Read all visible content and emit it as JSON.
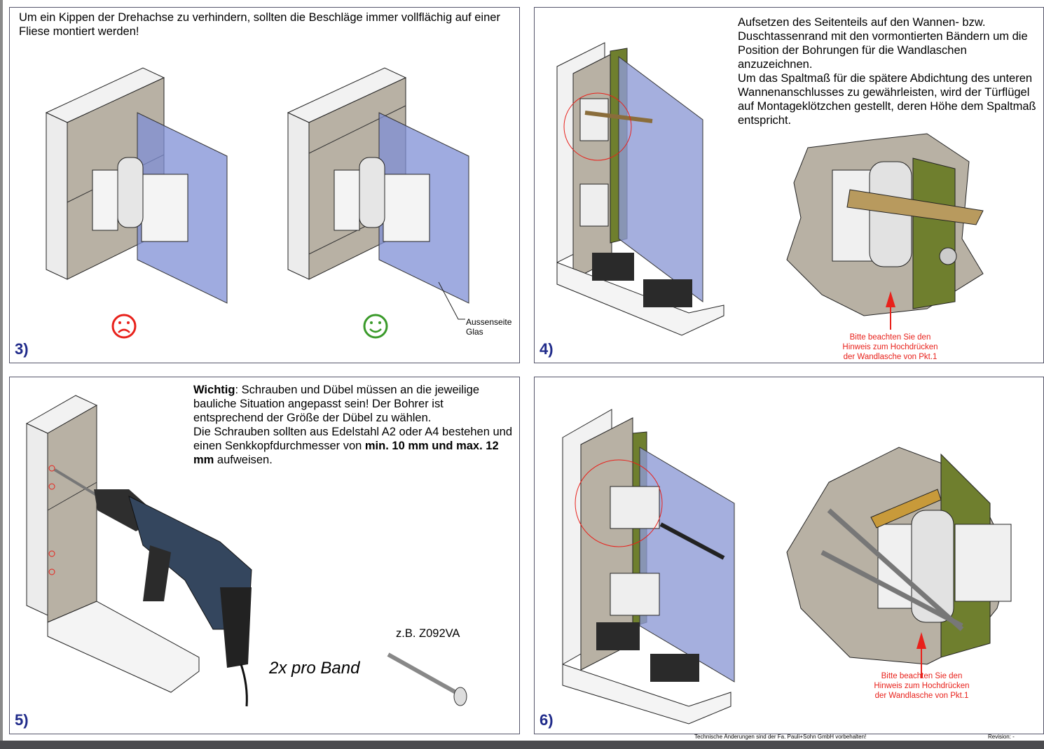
{
  "panels": {
    "p3": {
      "number": "3)",
      "text": "Um ein Kippen der Drehachse zu verhindern, sollten die Beschläge immer vollflächig auf einer Fliese montiert werden!",
      "label_outside": "Aussenseite",
      "label_glass": "Glas",
      "sad_icon": "sad-face-icon",
      "happy_icon": "happy-face-icon"
    },
    "p4": {
      "number": "4)",
      "text1": "Aufsetzen des Seitenteils auf den Wannen- bzw. Duschtassenrand mit den vormontierten Bändern um die Position der Bohrungen für die Wandlaschen anzuzeichnen.",
      "text2": "Um das Spaltmaß für die spätere Abdichtung des unteren Wannenanschlusses zu gewährleisten, wird der Türflügel auf Montageklötzchen gestellt, deren Höhe dem Spaltmaß entspricht.",
      "note": [
        "Bitte beachten Sie den",
        "Hinweis zum Hochdrücken",
        "der Wandlasche von Pkt.1"
      ]
    },
    "p5": {
      "number": "5)",
      "bold1": "Wichtig",
      "text1": ": Schrauben und Dübel müssen an die jeweilige bauliche Situation angepasst sein! Der Bohrer ist entsprechend der Größe der Dübel zu wählen.",
      "text2": "Die Schrauben sollten aus Edelstahl A2 oder A4 bestehen und einen Senkkopfdurchmesser von ",
      "bold2": "min. 10 mm und max. 12 mm",
      "text3": " aufweisen.",
      "example": "z.B. Z092VA",
      "per_band": "2x pro Band"
    },
    "p6": {
      "number": "6)",
      "note": [
        "Bitte beachten Sie den",
        "Hinweis zum Hochdrücken",
        "der Wandlasche von Pkt.1"
      ]
    }
  },
  "footer": {
    "notice": "Technische Änderungen sind der Fa. Pauli+Sohn GmbH vorbehalten!",
    "revision": "Revision: -"
  },
  "colors": {
    "panel_number": "#1f2a8a",
    "warning": "#e8211b",
    "glass": "#8e9bd6",
    "sad": "#e8211b",
    "happy": "#3a9a2a"
  }
}
